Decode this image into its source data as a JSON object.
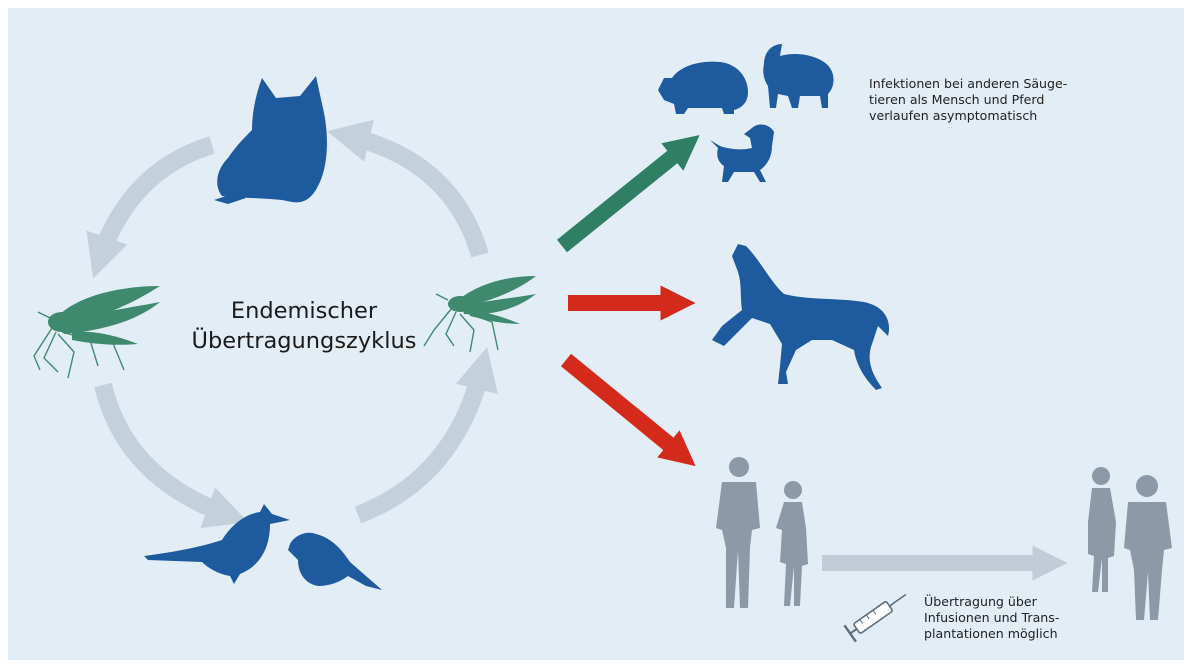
{
  "diagram": {
    "title_lines": [
      "Endemischer",
      "Übertragungszyklus"
    ],
    "note_animals_lines": [
      "Infektionen bei anderen Säuge-",
      "tieren als Mensch und Pferd",
      "verlaufen asymptomatisch"
    ],
    "note_transfer_lines": [
      "Übertragung über",
      "Infusionen und Trans-",
      "plantationen möglich"
    ]
  },
  "colors": {
    "background": "#e3edf6",
    "cycle_arrow": "#c4d0dc",
    "animal_blue": "#1d5a9e",
    "mosquito_green": "#3f8a6e",
    "green_arrow": "#2f7f65",
    "red_arrow": "#d42a1c",
    "human_gray": "#8c9aa8",
    "transfer_arrow": "#c2ccd6"
  },
  "icons": [
    "owl-icon",
    "mosquito-icon",
    "mosquito-icon",
    "cardinal-bird-icon",
    "sparrow-icon",
    "pig-icon",
    "sheep-icon",
    "dog-icon",
    "horse-icon",
    "human-man-icon",
    "human-woman-icon",
    "syringe-icon"
  ]
}
